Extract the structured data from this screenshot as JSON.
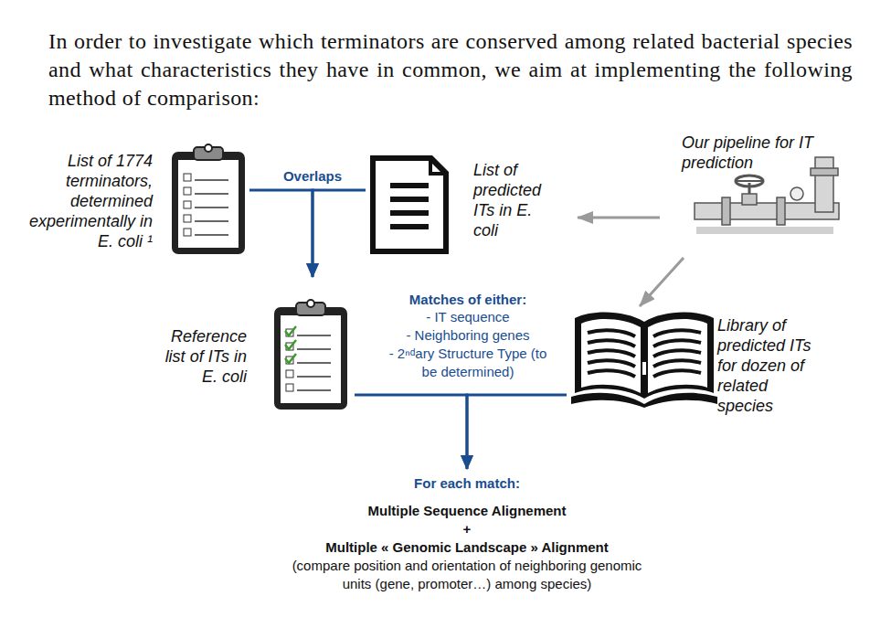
{
  "diagram": {
    "nodes": [
      {
        "text": [
          "List of 1774 terminators, determined experimentally in E. coli ¹"
        ]
      },
      {
        "text": [
          "List of predicted ITs in E. coli"
        ]
      },
      {
        "text": [
          "Our pipeline for IT prediction"
        ]
      },
      {
        "text": [
          "Reference list of ITs in E. coli"
        ]
      },
      {
        "text": [
          "Library of predicted ITs for dozen of related species"
        ]
      },
      {
        "text": [
          "For each match:",
          "Multiple Sequence Alignement",
          "+",
          "Multiple « Genomic Landscape » Alignment",
          "(compare position and orientation of neighboring genomic units (gene, promoter…) among species)"
        ]
      }
    ],
    "edges": [
      {
        "from": 0,
        "to": 3,
        "arrow": "to",
        "label": "Overlaps"
      },
      {
        "from": 1,
        "to": 3,
        "arrow": "to"
      },
      {
        "from": 2,
        "to": 1,
        "arrow": "to"
      },
      {
        "from": 2,
        "to": 4,
        "arrow": "to"
      },
      {
        "from": 3,
        "to": 5,
        "arrow": "to",
        "label": "Matches of either:"
      },
      {
        "from": 4,
        "to": 5,
        "arrow": "to"
      }
    ],
    "labels": [
      "In order to investigate which terminators are conserved among related bacterial species and what characteristics they have in common, we aim at implementing the following method of comparison:",
      "- IT sequence",
      "- Neighboring genes",
      "- 2ⁿᵈary Structure Type (to be determined)"
    ]
  }
}
